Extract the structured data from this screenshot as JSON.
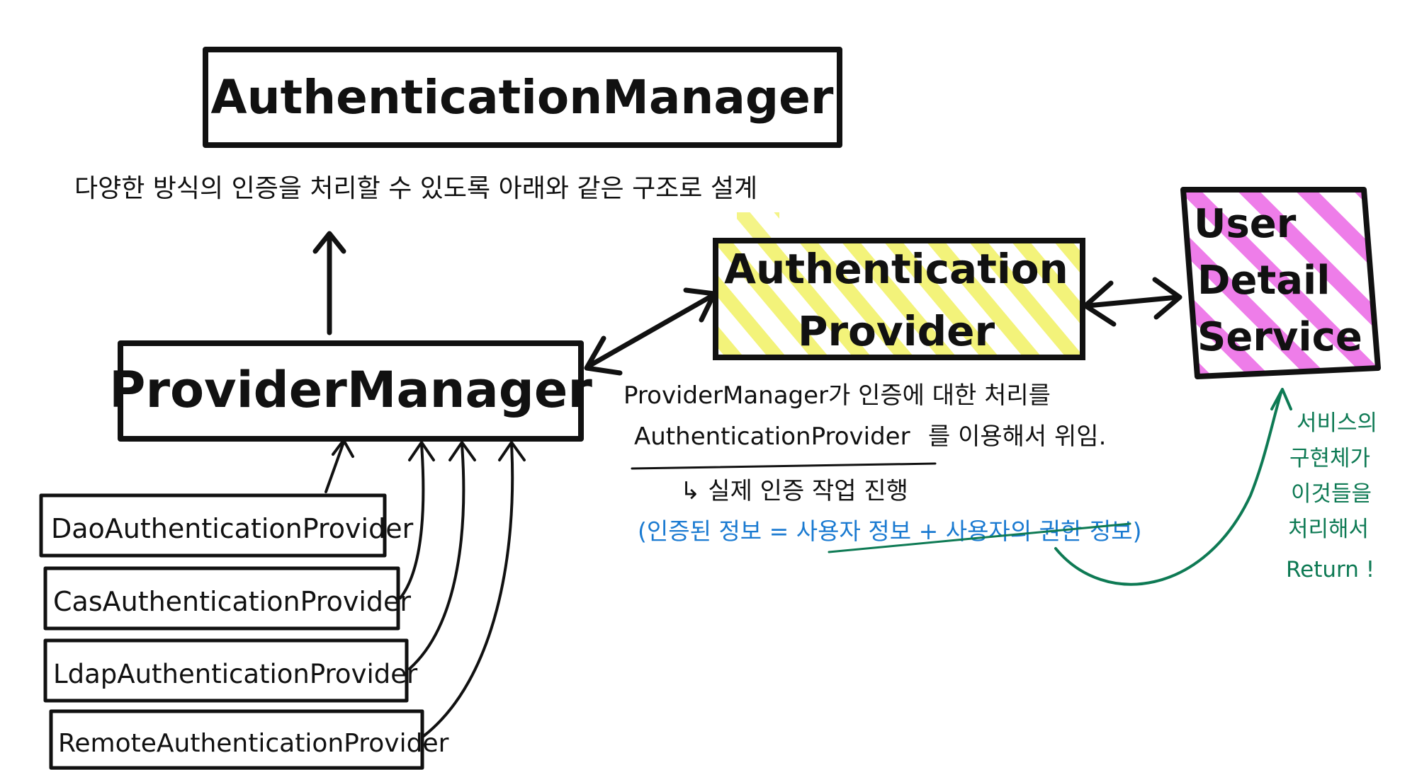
{
  "boxes": {
    "authentication_manager": "AuthenticationManager",
    "provider_manager": "ProviderManager",
    "authentication_provider_line1": "Authentication",
    "authentication_provider_line2": "Provider",
    "user_detail_service_line1": "User",
    "user_detail_service_line2": "Detail",
    "user_detail_service_line3": "Service"
  },
  "providers": [
    "DaoAuthenticationProvider",
    "CasAuthenticationProvider",
    "LdapAuthenticationProvider",
    "RemoteAuthenticationProvider"
  ],
  "notes": {
    "manager_caption": "다양한 방식의 인증을 처리할 수 있도록 아래와 같은 구조로 설계",
    "delegation_line1": "ProviderManager가 인증에 대한 처리를",
    "delegation_line2_name": "AuthenticationProvider",
    "delegation_line2_rest": "를 이용해서 위임.",
    "actual_auth": "↳ 실제 인증 작업 진행",
    "auth_info": "(인증된 정보 = 사용자 정보 + 사용자의 권한 정보)"
  },
  "service_note": [
    "서비스의",
    "구현체가",
    "이것들을",
    "처리해서",
    "Return !"
  ],
  "colors": {
    "ink": "#111111",
    "yellow_hatch": "#f3f37a",
    "pink_hatch": "#ee7de9",
    "blue_note": "#1a7ad1",
    "green_note": "#0e7a54"
  }
}
